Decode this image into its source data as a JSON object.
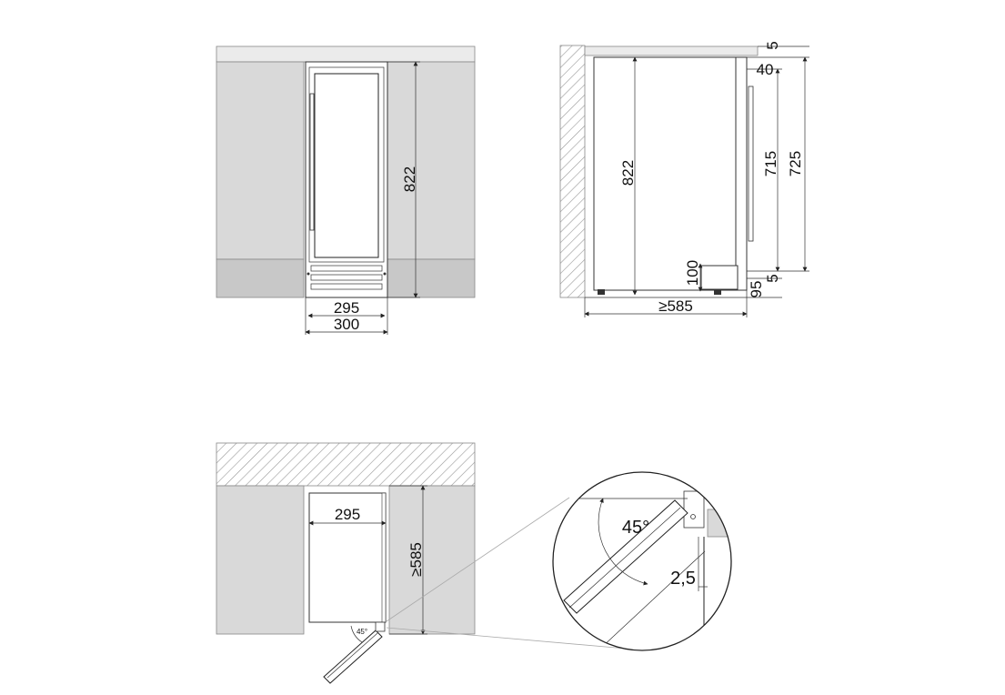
{
  "front_view": {
    "height_label": "822",
    "inner_width_label": "295",
    "outer_width_label": "300"
  },
  "side_view": {
    "top_gap_label": "5",
    "top_offset_label": "40",
    "inner_height_label": "715",
    "outer_height_label": "725",
    "bottom_gap_label": "5",
    "plinth_height_label": "95",
    "vent_height_label": "100",
    "body_height_label": "822",
    "depth_label": "≥585"
  },
  "top_view": {
    "width_label": "295",
    "depth_label": "≥585",
    "door_angle_label": "45°"
  },
  "detail_view": {
    "angle_label": "45°",
    "clearance_label": "2,5"
  }
}
